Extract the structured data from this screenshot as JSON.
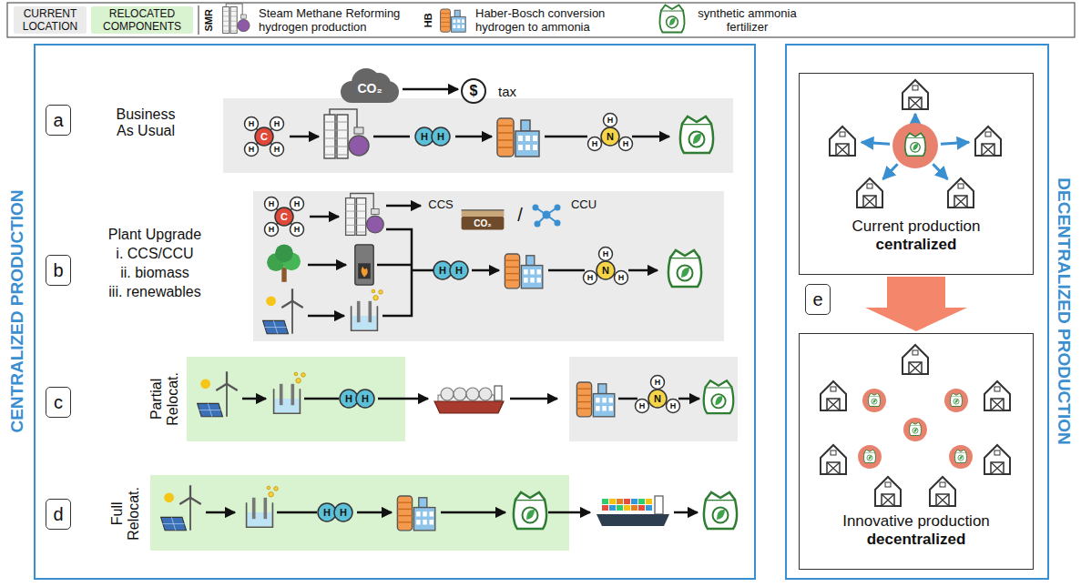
{
  "diagram": {
    "nodes": [
      {
        "text": [
          "CENTRALIZED PRODUCTION"
        ]
      },
      {
        "text": [
          "a"
        ],
        "in": 0
      },
      {
        "text": [
          "b"
        ],
        "in": 0
      },
      {
        "text": [
          "c"
        ],
        "in": 0
      },
      {
        "text": [
          "d"
        ],
        "in": 0
      },
      {
        "text": [
          "DECENTRALIZED PRODUCTION"
        ]
      },
      {
        "text": [
          "Current production",
          "centralized"
        ],
        "in": 5
      },
      {
        "text": [
          "e"
        ],
        "in": 5
      },
      {
        "text": [
          "Innovative production",
          "decentralized"
        ],
        "in": 5
      }
    ],
    "edges": [
      {
        "from": 6,
        "to": 8,
        "arrow": "to"
      }
    ],
    "labels": [
      "Business As Usual",
      "Plant Upgrade",
      "i. CCS/CCU",
      "ii. biomass",
      "iii. renewables",
      "Partial Relocat.",
      "Full Relocat.",
      "SMR",
      "HB",
      "CO₂",
      "$",
      "tax",
      "CCS",
      "CO₂",
      "/",
      "CCU",
      "C",
      "H",
      "H",
      "H",
      "H",
      "H",
      "H",
      "N",
      "H",
      "H",
      "H",
      "C",
      "H",
      "H",
      "H",
      "H",
      "H",
      "H",
      "N",
      "H",
      "H",
      "H",
      "H",
      "H",
      "N",
      "H",
      "H",
      "H",
      "H",
      "H"
    ],
    "legend": [
      {
        "text": "CURRENT LOCATION",
        "color": "#ebebeb"
      },
      {
        "text": "RELOCATED COMPONENTS",
        "color": "#d9f2d0"
      },
      {
        "text": "Steam Methane Reforming hydrogen production"
      },
      {
        "text": "Haber-Bosch conversion hydrogen to ammonia"
      },
      {
        "text": "synthetic ammonia fertilizer"
      }
    ]
  }
}
